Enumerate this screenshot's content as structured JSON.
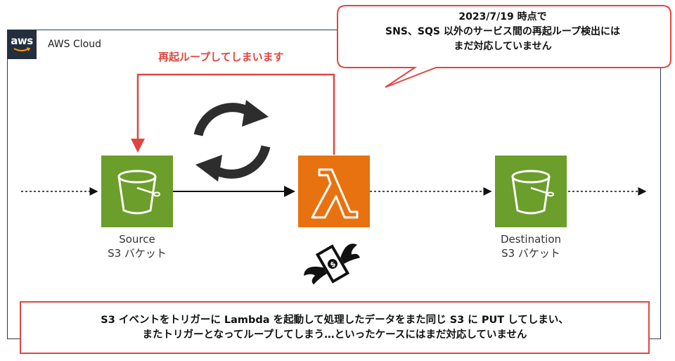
{
  "cloud": {
    "logo_text": "aws",
    "label": "AWS Cloud"
  },
  "callout": {
    "line1": "2023/7/19 時点で",
    "line2": "SNS、SQS 以外のサービス間の再起ループ検出には",
    "line3": "まだ対応していません"
  },
  "loop_label": "再起ループしてしまいます",
  "source": {
    "line1": "Source",
    "line2": "S3 バケット"
  },
  "destination": {
    "line1": "Destination",
    "line2": "S3 バケット"
  },
  "bottom_note": {
    "line1": "S3 イベントをトリガーに Lambda を起動して処理したデータをまた同じ S3 に PUT してしまい、",
    "line2": "またトリガーとなってループしてしまう…といったケースにはまだ対応していません"
  },
  "icons": {
    "s3": "s3-bucket-icon",
    "lambda": "lambda-icon",
    "refresh": "refresh-cycle-icon",
    "money": "flying-money-icon"
  },
  "colors": {
    "s3_green": "#6b9e2a",
    "lambda_orange": "#e8720f",
    "warning_red": "#e0463e",
    "aws_navy": "#232f3e"
  }
}
